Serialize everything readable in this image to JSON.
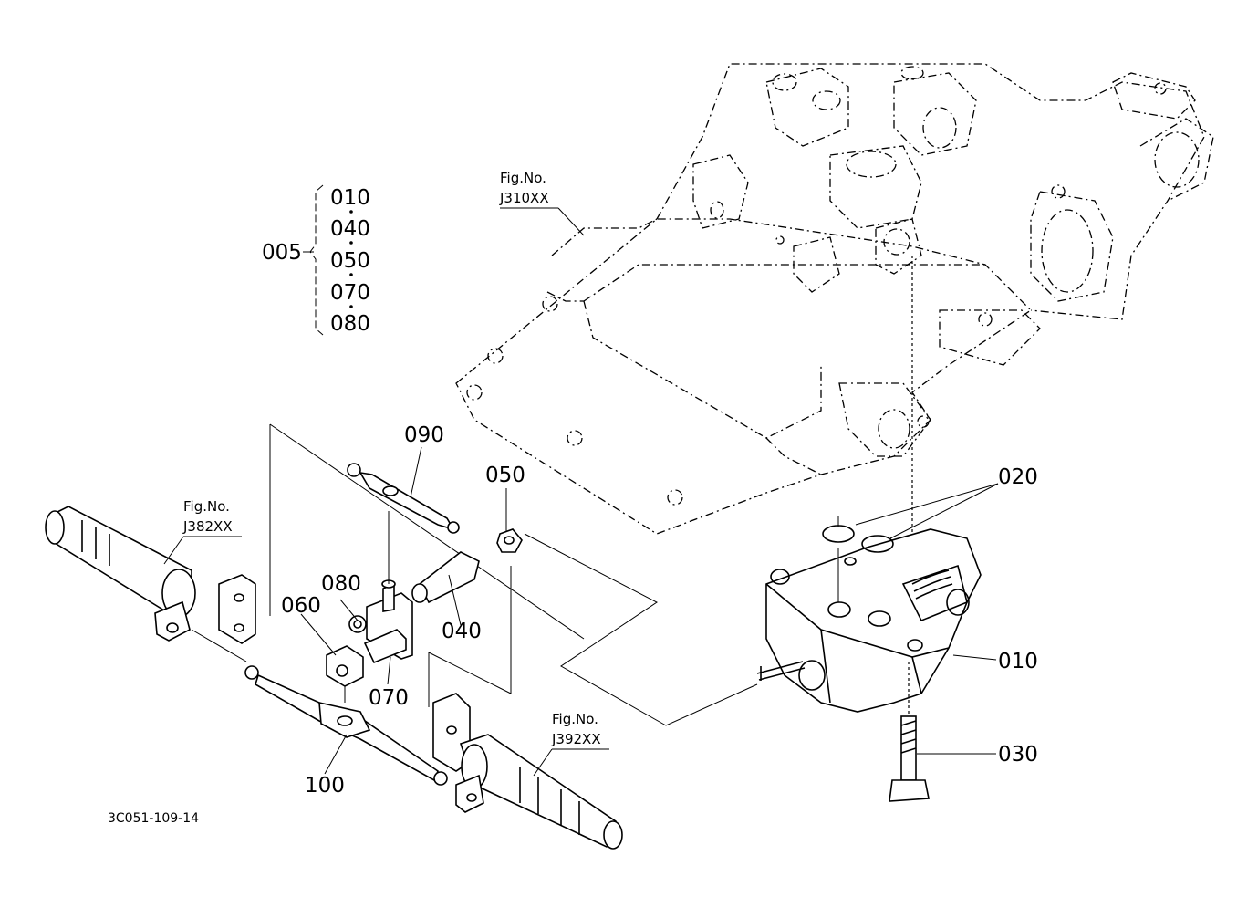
{
  "diagram": {
    "drawing_code": "3C051-109-14",
    "group": {
      "label": "005",
      "members": [
        "010",
        "040",
        "050",
        "070",
        "080"
      ]
    },
    "part_labels": {
      "p010": "010",
      "p020": "020",
      "p030": "030",
      "p040": "040",
      "p050": "050",
      "p060": "060",
      "p070": "070",
      "p080": "080",
      "p090": "090",
      "p100": "100"
    },
    "figure_refs": [
      {
        "caption": "Fig.No.",
        "number": "J310XX"
      },
      {
        "caption": "Fig.No.",
        "number": "J382XX"
      },
      {
        "caption": "Fig.No.",
        "number": "J392XX"
      }
    ]
  }
}
